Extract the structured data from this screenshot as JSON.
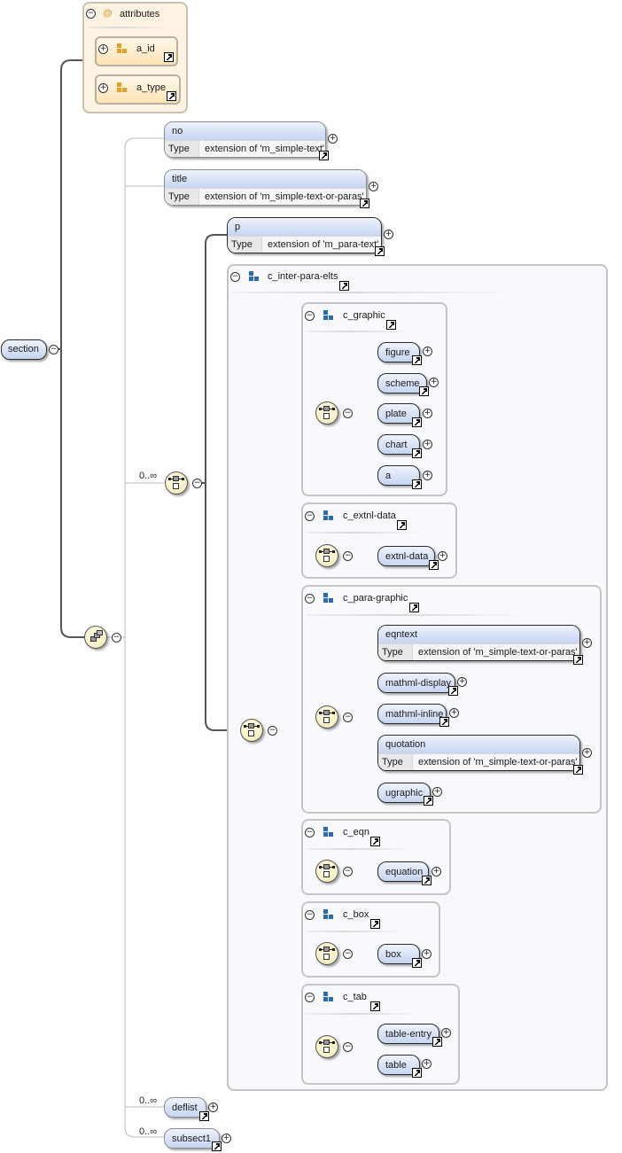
{
  "root": {
    "name": "section"
  },
  "attributes": {
    "title": "attributes",
    "icon": "at-sign-icon",
    "items": [
      {
        "name": "a_id"
      },
      {
        "name": "a_type"
      }
    ]
  },
  "sequence_children": {
    "no": {
      "name": "no",
      "type_label": "Type",
      "type_value": "extension of 'm_simple-text'"
    },
    "title": {
      "name": "title",
      "type_label": "Type",
      "type_value": "extension of 'm_simple-text-or-paras'"
    },
    "choice_occurs": "0..∞",
    "deflist": {
      "name": "deflist",
      "occurs": "0..∞"
    },
    "subsect1": {
      "name": "subsect1",
      "occurs": "0..∞"
    }
  },
  "p": {
    "name": "p",
    "type_label": "Type",
    "type_value": "extension of 'm_para-text'"
  },
  "c_inter_para_elts": {
    "name": "c_inter-para-elts"
  },
  "groups": {
    "c_graphic": {
      "name": "c_graphic",
      "elements": [
        "figure",
        "scheme",
        "plate",
        "chart",
        "a"
      ]
    },
    "c_extnl_data": {
      "name": "c_extnl-data",
      "elements": [
        "extnl-data"
      ]
    },
    "c_para_graphic": {
      "name": "c_para-graphic",
      "eqntext": {
        "name": "eqntext",
        "type_label": "Type",
        "type_value": "extension of 'm_simple-text-or-paras'"
      },
      "mathml_display": "mathml-display",
      "mathml_inline": "mathml-inline",
      "quotation": {
        "name": "quotation",
        "type_label": "Type",
        "type_value": "extension of 'm_simple-text-or-paras'"
      },
      "ugraphic": "ugraphic"
    },
    "c_eqn": {
      "name": "c_eqn",
      "elements": [
        "equation"
      ]
    },
    "c_box": {
      "name": "c_box",
      "elements": [
        "box"
      ]
    },
    "c_tab": {
      "name": "c_tab",
      "elements": [
        "table-entry",
        "table"
      ]
    }
  },
  "symbols": {
    "collapse": "−",
    "expand": "+"
  }
}
